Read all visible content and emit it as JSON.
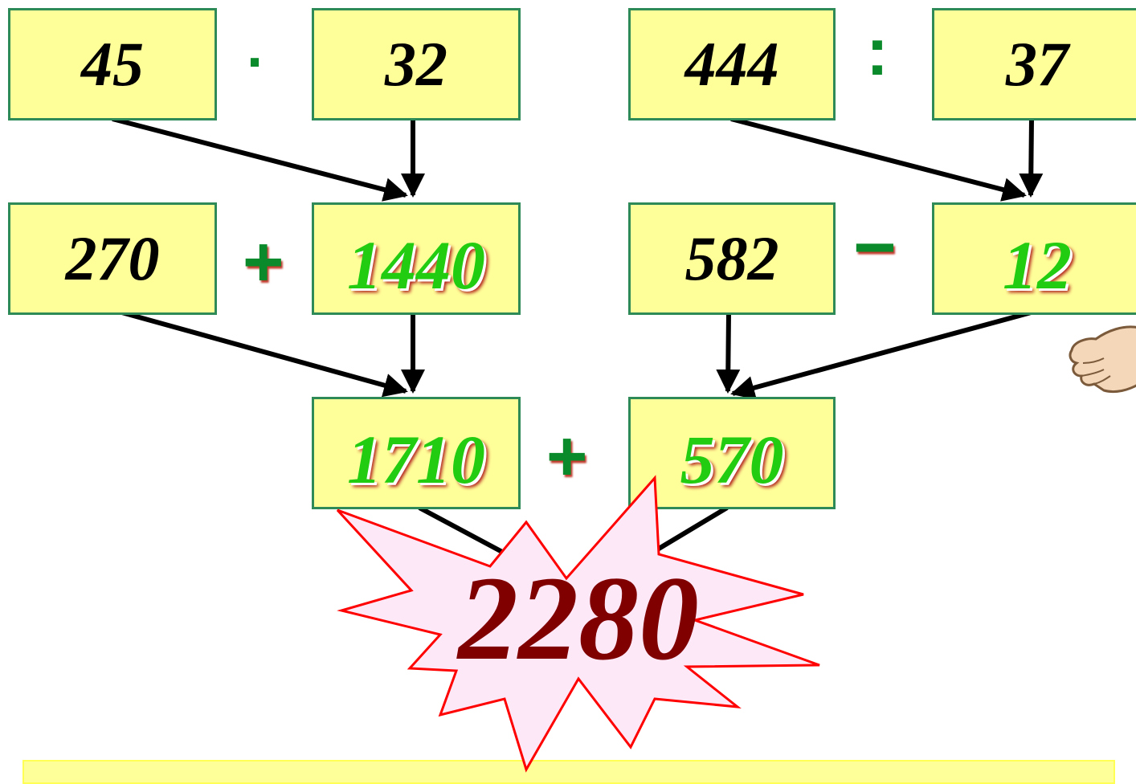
{
  "row1": {
    "left_a": "45",
    "left_op": "·",
    "left_b": "32",
    "right_a": "444",
    "right_op": ":",
    "right_b": "37"
  },
  "row2": {
    "left_a": "270",
    "left_op": "+",
    "left_b": "1440",
    "right_a": "582",
    "right_op": "−",
    "right_b": "12"
  },
  "row3": {
    "left": "1710",
    "op": "+",
    "right": "570"
  },
  "result": "2280",
  "colors": {
    "box_fill": "#ffff99",
    "box_border": "#2e8b57",
    "computed_text": "#22cc11",
    "result_text": "#800000",
    "burst_fill": "#fde8f8",
    "burst_stroke": "#ff0000"
  },
  "icons": {
    "hand": "pointing-hand-icon"
  }
}
